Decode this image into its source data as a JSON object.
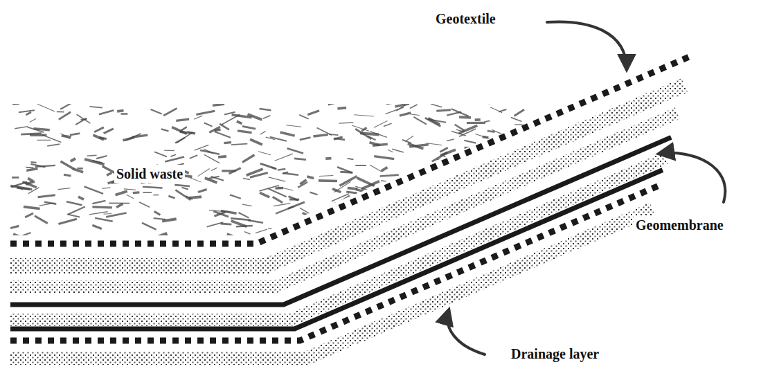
{
  "diagram": {
    "labels": [
      "Geotextile",
      "Solid waste",
      "Geomembrane",
      "Drainage layer"
    ]
  }
}
